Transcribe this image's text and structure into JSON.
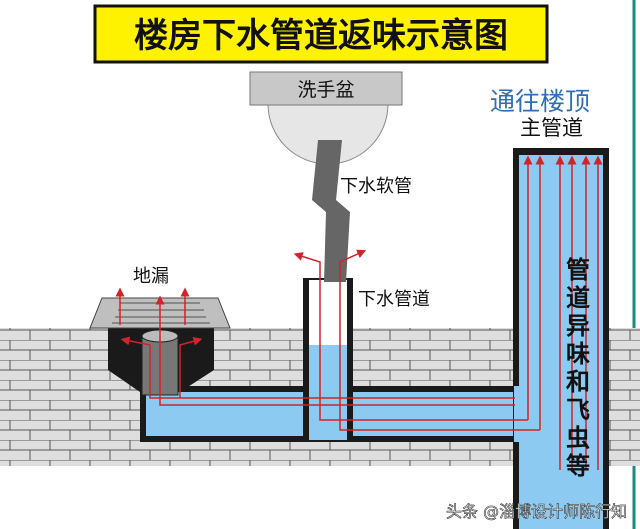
{
  "title": "楼房下水管道返味示意图",
  "labels": {
    "sink": "洗手盆",
    "hose": "下水软管",
    "floor_drain": "地漏",
    "drain_pipe": "下水管道",
    "to_roof": "通往楼顶",
    "main_pipe": "主管道",
    "odor_vertical": [
      "管",
      "道",
      "异",
      "味",
      "和",
      "飞",
      "虫",
      "等"
    ]
  },
  "watermark": "头条 @淄博设计师陈行知",
  "colors": {
    "title_bg": "#fff200",
    "pipe_water": "#8ccaf2",
    "arrow": "#d2232a",
    "brick": "#d9d9d9",
    "accent_blue": "#2f6db5"
  }
}
